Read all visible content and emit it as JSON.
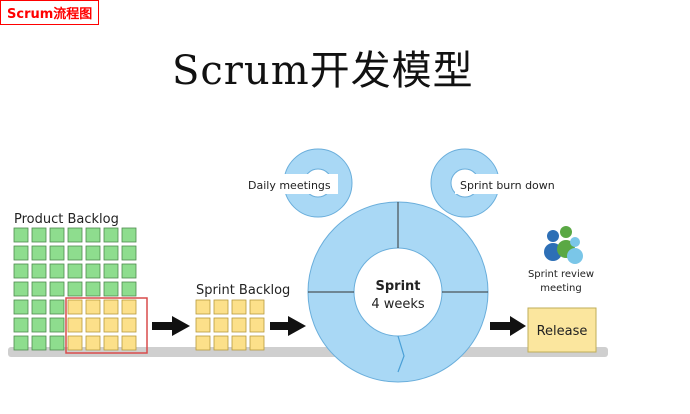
{
  "corner_tag": "Scrum流程图",
  "title": "Scrum开发模型",
  "labels": {
    "product_backlog": "Product Backlog",
    "sprint_backlog": "Sprint Backlog",
    "daily_meetings": "Daily meetings",
    "sprint_burn_down": "Sprint burn down",
    "sprint_line1": "Sprint",
    "sprint_line2": "4 weeks",
    "sprint_review_line1": "Sprint review",
    "sprint_review_line2": "meeting",
    "release": "Release"
  },
  "colors": {
    "product_cell": "#8edd8e",
    "selected_cell": "#fce08a",
    "highlight_border": "#d94c4c",
    "circle_fill": "#a9d8f5",
    "circle_stroke": "#6aaedb",
    "release_fill": "#fbe69e",
    "baseline": "#cccccc"
  },
  "icons": [
    "arrow-right-icon",
    "team-icon"
  ]
}
